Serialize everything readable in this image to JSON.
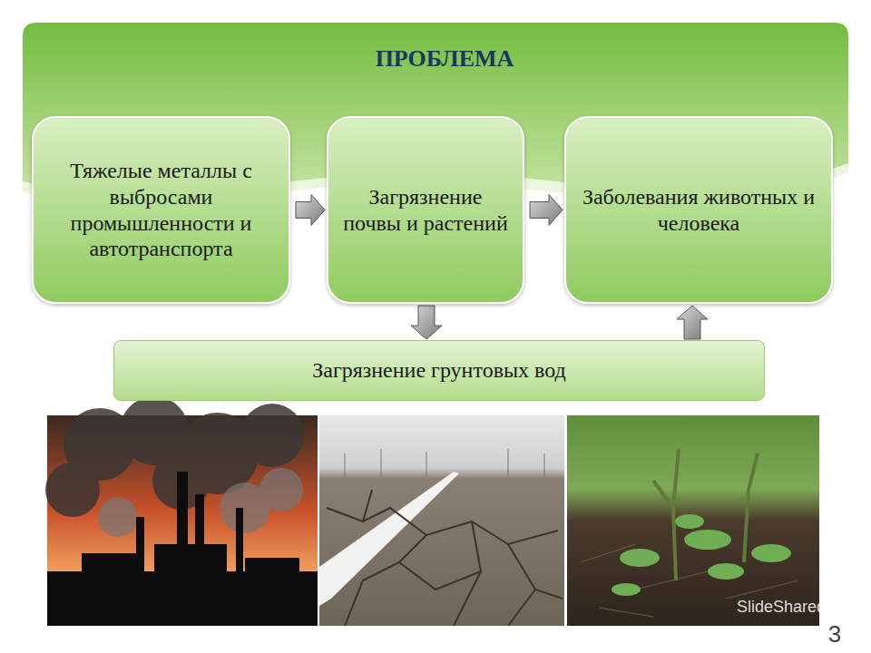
{
  "diagram": {
    "title": "ПРОБЛЕМА",
    "nodes": [
      {
        "text": [
          "Тяжелые металлы с выбросами промышленности и автотранспорта"
        ]
      },
      {
        "text": [
          "Загрязнение почвы и растений"
        ]
      },
      {
        "text": [
          "Заболевания животных и человека"
        ]
      },
      {
        "text": [
          "Загрязнение грунтовых вод"
        ]
      }
    ],
    "edges": [
      {
        "from": 0,
        "to": 1,
        "arrow": "to"
      },
      {
        "from": 1,
        "to": 2,
        "arrow": "to"
      },
      {
        "from": 1,
        "to": 3,
        "arrow": "to"
      },
      {
        "from": 3,
        "to": 2,
        "arrow": "to"
      }
    ],
    "labels": [
      "3",
      "SlideShared"
    ]
  }
}
